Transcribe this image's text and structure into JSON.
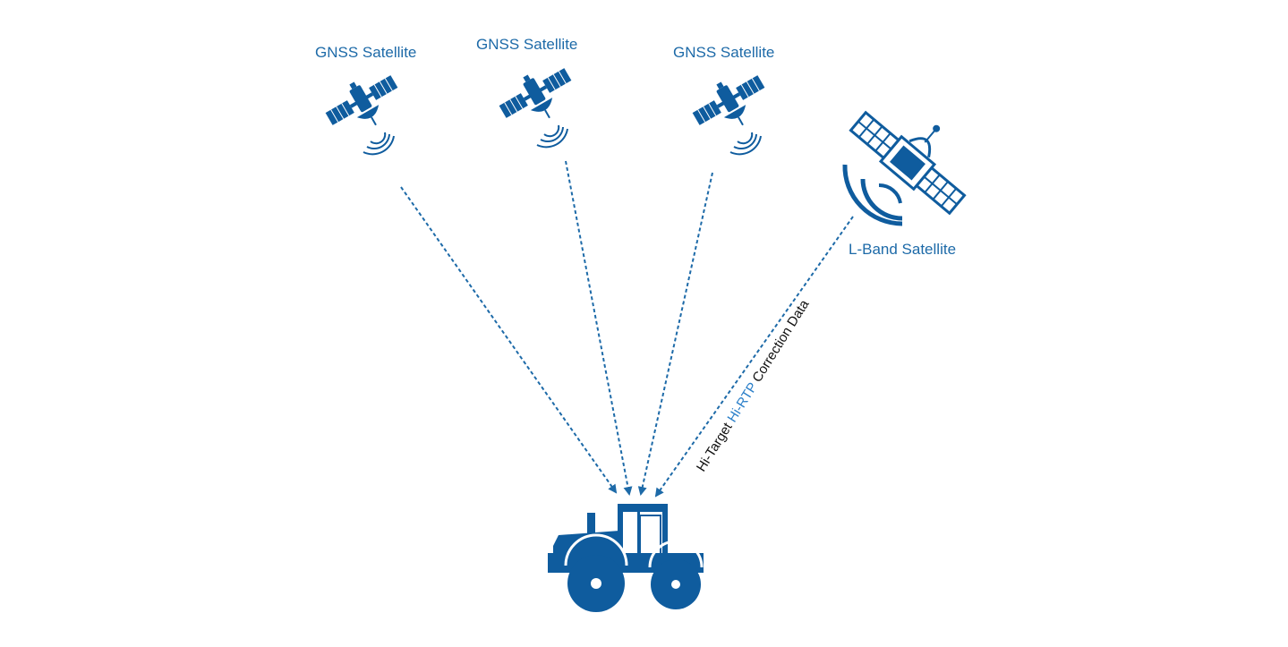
{
  "satellites": [
    {
      "label": "GNSS Satellite",
      "icon": "gnss-satellite-icon"
    },
    {
      "label": "GNSS Satellite",
      "icon": "gnss-satellite-icon"
    },
    {
      "label": "GNSS Satellite",
      "icon": "gnss-satellite-icon"
    }
  ],
  "lband": {
    "label": "L-Band Satellite",
    "icon": "l-band-satellite-icon"
  },
  "correction": {
    "prefix": "Hi-Target ",
    "highlight": "Hi-RTP",
    "suffix": " Correction Data"
  },
  "receiver": {
    "icon": "tractor-icon"
  },
  "colors": {
    "primary": "#0f5c9e",
    "label": "#1d6aa8",
    "highlight": "#2a7fc9"
  }
}
